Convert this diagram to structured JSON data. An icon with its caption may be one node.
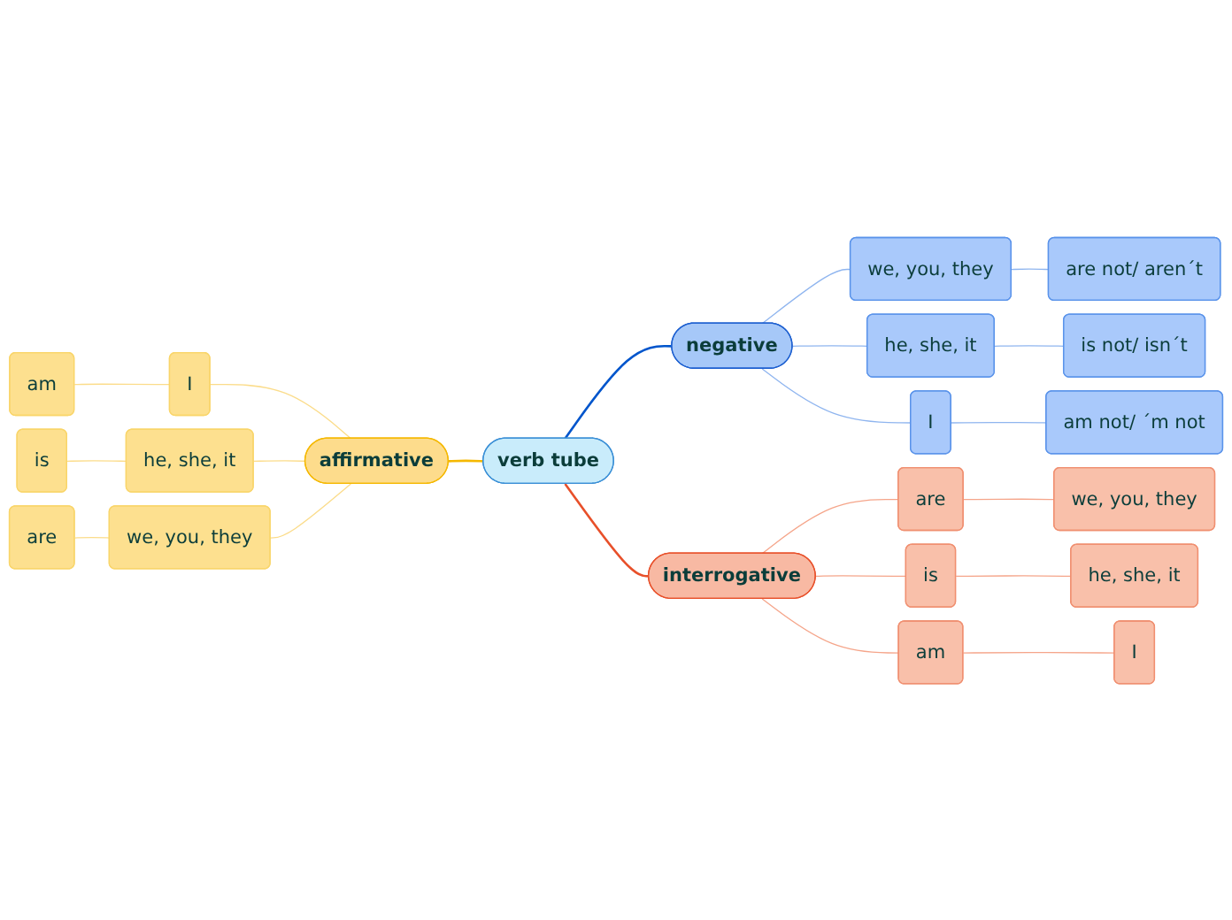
{
  "diagram": {
    "nodes": [
      {
        "text": [
          "verb tube"
        ]
      },
      {
        "text": [
          "affirmative"
        ]
      },
      {
        "text": [
          "I"
        ]
      },
      {
        "text": [
          "am"
        ]
      },
      {
        "text": [
          "he, she, it"
        ]
      },
      {
        "text": [
          "is"
        ]
      },
      {
        "text": [
          "we, you, they"
        ]
      },
      {
        "text": [
          "are"
        ]
      },
      {
        "text": [
          "negative"
        ]
      },
      {
        "text": [
          "we, you, they"
        ]
      },
      {
        "text": [
          "are not/ aren´t"
        ]
      },
      {
        "text": [
          "he, she, it"
        ]
      },
      {
        "text": [
          "is not/ isn´t"
        ]
      },
      {
        "text": [
          "I"
        ]
      },
      {
        "text": [
          "am not/ ´m not"
        ]
      },
      {
        "text": [
          "interrogative"
        ]
      },
      {
        "text": [
          "are"
        ]
      },
      {
        "text": [
          "we, you, they"
        ]
      },
      {
        "text": [
          "is"
        ]
      },
      {
        "text": [
          "he, she, it"
        ]
      },
      {
        "text": [
          "am"
        ]
      },
      {
        "text": [
          "I"
        ]
      }
    ],
    "edges": [
      {
        "from": 3,
        "to": 2,
        "arrow": "none",
        "color": "#fbdc8a"
      },
      {
        "from": 5,
        "to": 4,
        "arrow": "none",
        "color": "#fbdc8a"
      },
      {
        "from": 7,
        "to": 6,
        "arrow": "none",
        "color": "#fbdc8a"
      },
      {
        "from": 2,
        "to": 1,
        "arrow": "none",
        "color": "#fbdc8a"
      },
      {
        "from": 4,
        "to": 1,
        "arrow": "none",
        "color": "#fbdc8a"
      },
      {
        "from": 6,
        "to": 1,
        "arrow": "none",
        "color": "#fbdc8a"
      },
      {
        "from": 1,
        "to": 0,
        "arrow": "none",
        "color": "#f5b800"
      },
      {
        "from": 0,
        "to": 8,
        "arrow": "none",
        "color": "#0055cc"
      },
      {
        "from": 8,
        "to": 9,
        "arrow": "none",
        "color": "#8fb5ef"
      },
      {
        "from": 9,
        "to": 10,
        "arrow": "none",
        "color": "#8fb5ef"
      },
      {
        "from": 8,
        "to": 11,
        "arrow": "none",
        "color": "#8fb5ef"
      },
      {
        "from": 11,
        "to": 12,
        "arrow": "none",
        "color": "#8fb5ef"
      },
      {
        "from": 8,
        "to": 13,
        "arrow": "none",
        "color": "#8fb5ef"
      },
      {
        "from": 13,
        "to": 14,
        "arrow": "none",
        "color": "#8fb5ef"
      },
      {
        "from": 0,
        "to": 15,
        "arrow": "none",
        "color": "#e8502a"
      },
      {
        "from": 15,
        "to": 16,
        "arrow": "none",
        "color": "#f5a58a"
      },
      {
        "from": 16,
        "to": 17,
        "arrow": "none",
        "color": "#f5a58a"
      },
      {
        "from": 15,
        "to": 18,
        "arrow": "none",
        "color": "#f5a58a"
      },
      {
        "from": 18,
        "to": 19,
        "arrow": "none",
        "color": "#f5a58a"
      },
      {
        "from": 15,
        "to": 20,
        "arrow": "none",
        "color": "#f5a58a"
      },
      {
        "from": 20,
        "to": 21,
        "arrow": "none",
        "color": "#f5a58a"
      }
    ]
  }
}
